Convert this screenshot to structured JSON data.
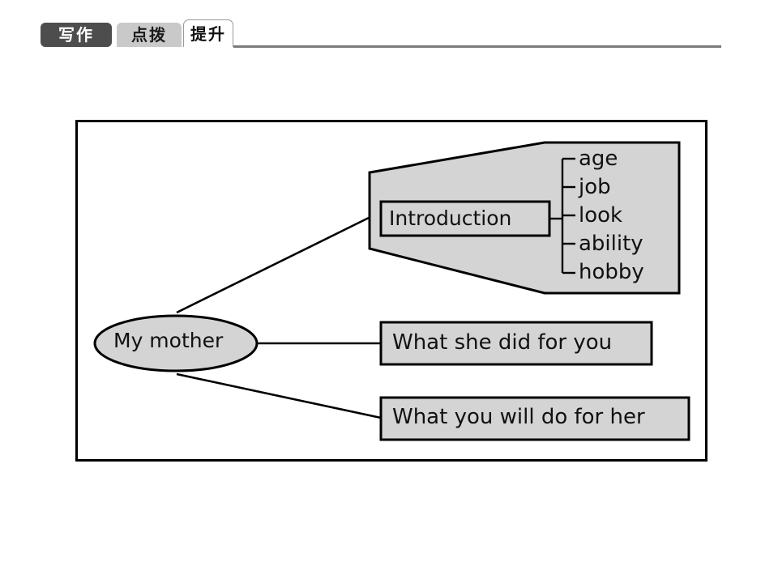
{
  "header": {
    "tabs": [
      {
        "label": "写作",
        "state": "inactive-dark"
      },
      {
        "label": "点拨",
        "state": "inactive-light"
      },
      {
        "label": "提升",
        "state": "active"
      }
    ],
    "rule_color": "#7a7a7a"
  },
  "diagram": {
    "root": {
      "label": "My mother",
      "shape": "ellipse",
      "fill": "#d4d4d4"
    },
    "branches": [
      {
        "label": "Introduction",
        "shape": "rect-in-polygon",
        "fill": "#d4d4d4"
      },
      {
        "label": "What she did for you",
        "shape": "rect",
        "fill": "#d4d4d4"
      },
      {
        "label": "What you will do for her",
        "shape": "rect",
        "fill": "#d4d4d4"
      }
    ],
    "introduction_details": [
      {
        "label": "age"
      },
      {
        "label": "job"
      },
      {
        "label": "look"
      },
      {
        "label": "ability"
      },
      {
        "label": "hobby"
      }
    ],
    "colors": {
      "shape_fill": "#d4d4d4",
      "stroke": "#000000",
      "frame_border": "#000000",
      "inner_box_fill": "#d4d4d4"
    }
  }
}
